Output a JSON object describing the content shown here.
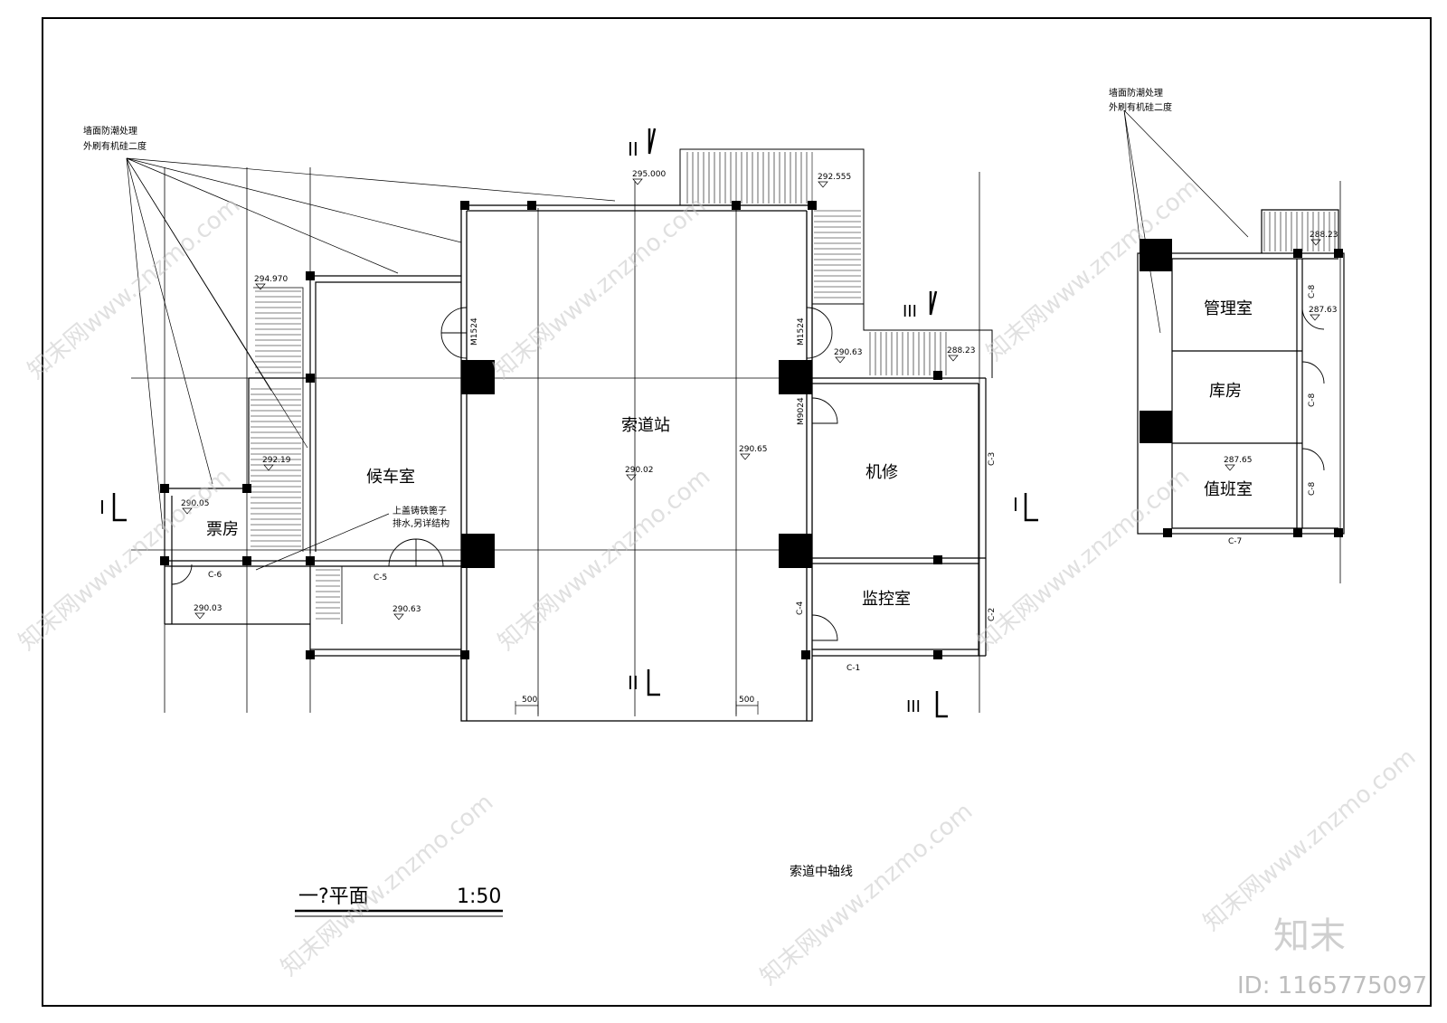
{
  "drawing": {
    "title": "一?平面",
    "scale": "1:50",
    "axis_note": "索道中轴线",
    "callout_left": [
      "墙面防潮处理",
      "外刷有机硅二度"
    ],
    "callout_right": [
      "墙面防潮处理",
      "外刷有机硅二度"
    ],
    "drain_note": [
      "上盖铸铁篦子",
      "排水,另详结构"
    ]
  },
  "rooms": {
    "station": "索道站",
    "waiting": "候车室",
    "ticket": "票房",
    "repair": "机修",
    "monitor": "监控室",
    "manage": "管理室",
    "storage": "库房",
    "duty": "值班室"
  },
  "elevations": {
    "e1": "295.000",
    "e2": "292.555",
    "e3": "294.970",
    "e4": "290.63",
    "e5": "288.23",
    "e6": "292.19",
    "e7": "290.02",
    "e8": "290.65",
    "e9": "290.05",
    "e10": "290.03",
    "e11": "290.63",
    "e12": "288.23",
    "e13": "287.63",
    "e14": "287.65"
  },
  "tags": {
    "door_m1524_a": "M1524",
    "door_m1524_b": "M1524",
    "door_m9024": "M9024",
    "win_c1": "C-1",
    "win_c2": "C-2",
    "win_c3": "C-3",
    "win_c4": "C-4",
    "win_c5": "C-5",
    "win_c6": "C-6",
    "win_c7": "C-7",
    "win_c8a": "C-8",
    "win_c8b": "C-8",
    "win_c8c": "C-8",
    "dim_a": "500",
    "dim_b": "500"
  },
  "sections": {
    "s1_left": "I",
    "s1_right": "I",
    "s2_top": "II",
    "s2_bottom": "II",
    "s3_top": "III",
    "s3_bottom": "III"
  },
  "watermark": {
    "brand": "知末",
    "id": "ID: 1165775097",
    "site": "知末网www.znzmo.com"
  }
}
